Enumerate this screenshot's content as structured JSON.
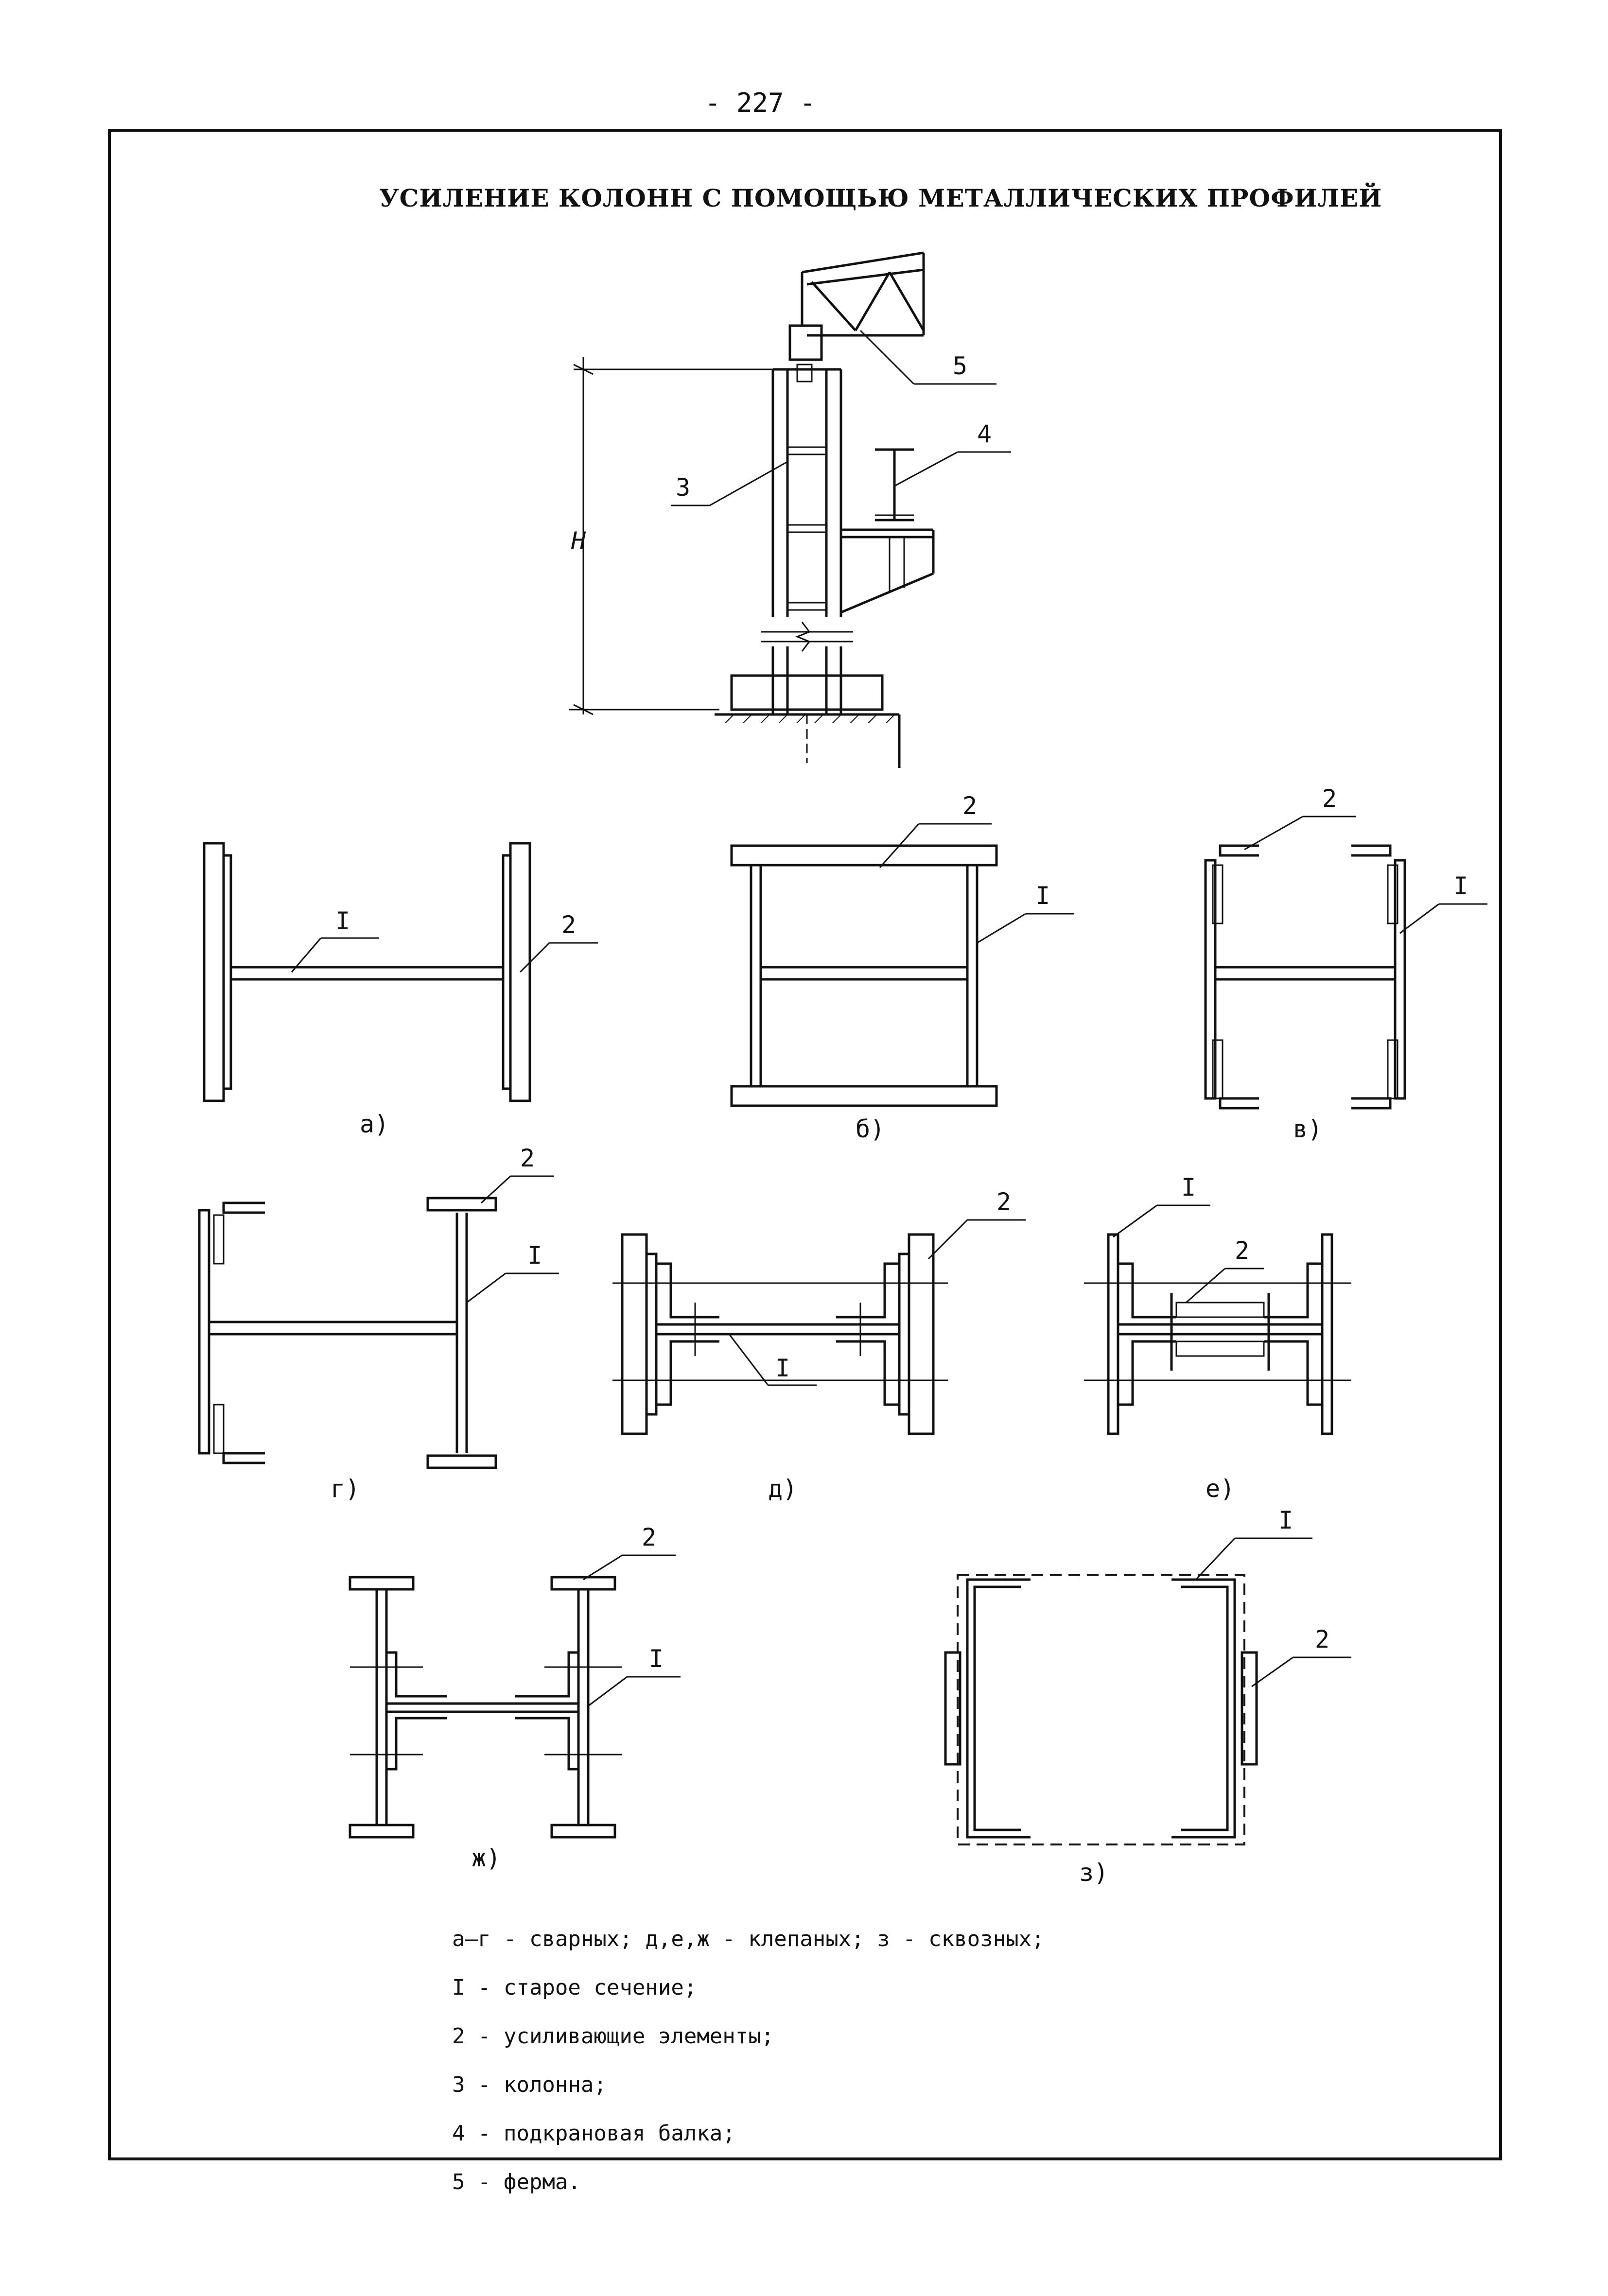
{
  "page_number": "- 227 -",
  "title": "УСИЛЕНИЕ КОЛОНН С ПОМОЩЬЮ МЕТАЛЛИЧЕСКИХ ПРОФИЛЕЙ",
  "column_labels": {
    "n5": "5",
    "n4": "4",
    "n3": "3",
    "h": "H"
  },
  "sections": {
    "a": {
      "caption": "а)",
      "label_1": "I",
      "label_2": "2"
    },
    "b": {
      "caption": "б)",
      "label_1": "I",
      "label_2": "2"
    },
    "v": {
      "caption": "в)",
      "label_1": "I",
      "label_2": "2"
    },
    "g": {
      "caption": "г)",
      "label_1": "I",
      "label_2": "2"
    },
    "d": {
      "caption": "д)",
      "label_1": "I",
      "label_2": "2"
    },
    "e": {
      "caption": "е)",
      "label_1": "I",
      "label_2": "2"
    },
    "zh": {
      "caption": "ж)",
      "label_1": "I",
      "label_2": "2"
    },
    "z": {
      "caption": "з)",
      "label_1": "I",
      "label_2": "2"
    }
  },
  "legend": [
    "а–г - сварных; д,е,ж - клепаных; з - сквозных;",
    "I - старое сечение;",
    "2 - усиливающие элементы;",
    "3 - колонна;",
    "4 - подкрановая балка;",
    "5 - ферма."
  ]
}
